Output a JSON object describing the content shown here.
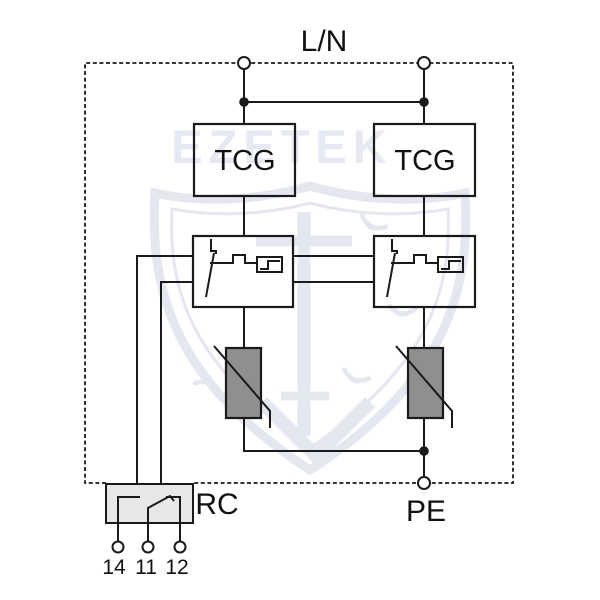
{
  "page": {
    "kind": "surge-protection-device wiring schematic",
    "background": "#ffffff"
  },
  "labels": {
    "line_neutral": "L/N",
    "protective_earth": "PE",
    "remote_contact": "RC"
  },
  "modules": {
    "tcg_left": {
      "label": "TCG"
    },
    "tcg_right": {
      "label": "TCG"
    },
    "disconnect_left": {
      "symbol": "thermal-disconnect-switch-with-status-indicator"
    },
    "disconnect_right": {
      "symbol": "thermal-disconnect-switch-with-status-indicator"
    },
    "varistor_left": {
      "symbol": "varistor"
    },
    "varistor_right": {
      "symbol": "varistor"
    }
  },
  "terminals": [
    {
      "label": "14"
    },
    {
      "label": "11"
    },
    {
      "label": "12"
    }
  ],
  "watermark": {
    "text": "EZETEK",
    "color": "#e7e9f2"
  },
  "colors": {
    "line": "#1a1a1a",
    "varistor_fill": "#8f8f8f",
    "rc_fill": "#e7e7e7",
    "watermark": "#e4e7f0",
    "background": "#ffffff"
  }
}
